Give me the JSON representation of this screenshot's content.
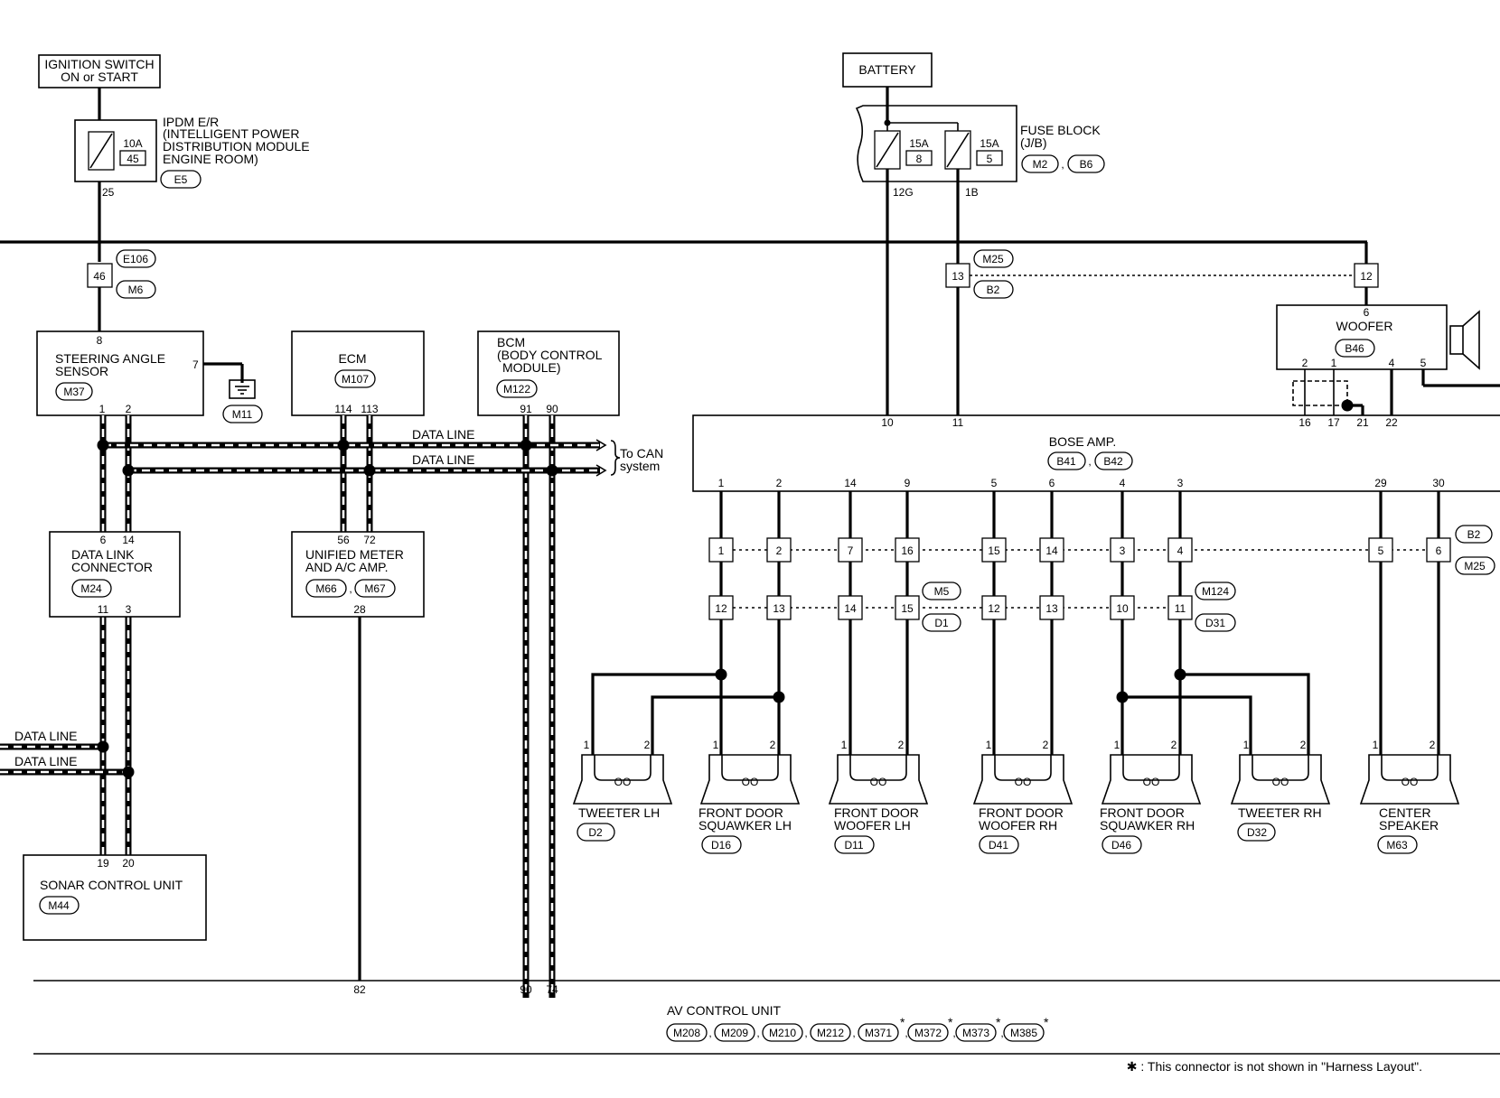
{
  "ignition": {
    "line1": "IGNITION SWITCH",
    "line2": "ON or START"
  },
  "battery": "BATTERY",
  "ipdm": {
    "amp": "10A",
    "fuse": "45",
    "l1": "IPDM E/R",
    "l2": "(INTELLIGENT POWER",
    "l3": "DISTRIBUTION MODULE",
    "l4": "ENGINE ROOM)",
    "conn": "E5",
    "pin": "25"
  },
  "fuse_block": {
    "amp1": "15A",
    "fuse1": "8",
    "amp2": "15A",
    "fuse2": "5",
    "l1": "FUSE BLOCK",
    "l2": "(J/B)",
    "conn1": "M2",
    "conn2": "B6",
    "pin1": "12G",
    "pin2": "1B"
  },
  "junction_e106": {
    "pin": "46",
    "conn_top": "E106",
    "conn_bottom": "M6"
  },
  "junction_m25": {
    "pin": "13",
    "conn_top": "M25",
    "conn_bottom": "B2"
  },
  "junction_woofer": {
    "pin": "12"
  },
  "steering": {
    "l1": "STEERING ANGLE",
    "l2": "SENSOR",
    "conn": "M37",
    "pin_top": "8",
    "pin_gnd": "7",
    "pin1": "1",
    "pin2": "2",
    "ground": "M11"
  },
  "ecm": {
    "l1": "ECM",
    "conn": "M107",
    "pin1": "114",
    "pin2": "113"
  },
  "bcm": {
    "l1": "BCM",
    "l2": "(BODY CONTROL",
    "l3": "MODULE)",
    "conn": "M122",
    "pin1": "91",
    "pin2": "90"
  },
  "data_lines": {
    "line1": "DATA LINE",
    "line2": "DATA LINE",
    "to_can_1": "To CAN",
    "to_can_2": "system",
    "left1": "DATA LINE",
    "left2": "DATA LINE"
  },
  "dlc": {
    "l1": "DATA LINK",
    "l2": "CONNECTOR",
    "conn": "M24",
    "pin_t1": "6",
    "pin_t2": "14",
    "pin_b1": "11",
    "pin_b2": "3"
  },
  "meter": {
    "l1": "UNIFIED METER",
    "l2": "AND A/C AMP.",
    "conn1": "M66",
    "conn2": "M67",
    "pin_t1": "56",
    "pin_t2": "72",
    "pin_b": "28"
  },
  "sonar": {
    "l1": "SONAR CONTROL UNIT",
    "conn": "M44",
    "pin1": "19",
    "pin2": "20"
  },
  "woofer": {
    "l1": "WOOFER",
    "conn": "B46",
    "pin_top": "6",
    "pins": [
      "2",
      "1",
      "4",
      "5"
    ]
  },
  "bose": {
    "l1": "BOSE AMP.",
    "conn1": "B41",
    "conn2": "B42",
    "top_pins": [
      "10",
      "11",
      "16",
      "17",
      "21",
      "22"
    ],
    "bottom_pins": [
      "1",
      "2",
      "14",
      "9",
      "5",
      "6",
      "4",
      "3",
      "29",
      "30"
    ]
  },
  "row1": {
    "pins": [
      "1",
      "2",
      "7",
      "16",
      "15",
      "14",
      "3",
      "4",
      "5",
      "6"
    ],
    "conn_top": "B2",
    "conn_bottom": "M25"
  },
  "row2": {
    "pins": [
      "12",
      "13",
      "14",
      "15",
      "12",
      "13",
      "10",
      "11"
    ],
    "conn_a_top": "M5",
    "conn_a_bottom": "D1",
    "conn_b_top": "M124",
    "conn_b_bottom": "D31"
  },
  "speakers": [
    {
      "l1": "TWEETER LH",
      "l2": "",
      "conn": "D2",
      "p1": "1",
      "p2": "2"
    },
    {
      "l1": "FRONT DOOR",
      "l2": "SQUAWKER LH",
      "conn": "D16",
      "p1": "1",
      "p2": "2"
    },
    {
      "l1": "FRONT DOOR",
      "l2": "WOOFER LH",
      "conn": "D11",
      "p1": "1",
      "p2": "2"
    },
    {
      "l1": "FRONT DOOR",
      "l2": "WOOFER RH",
      "conn": "D41",
      "p1": "1",
      "p2": "2"
    },
    {
      "l1": "FRONT DOOR",
      "l2": "SQUAWKER RH",
      "conn": "D46",
      "p1": "1",
      "p2": "2"
    },
    {
      "l1": "TWEETER RH",
      "l2": "",
      "conn": "D32",
      "p1": "1",
      "p2": "2"
    },
    {
      "l1": "CENTER",
      "l2": "SPEAKER",
      "conn": "M63",
      "p1": "1",
      "p2": "2"
    }
  ],
  "speaker_coil": "OO",
  "av_unit": {
    "label": "AV CONTROL UNIT",
    "pins": [
      "82",
      "90",
      "74"
    ],
    "conns": [
      "M208",
      "M209",
      "M210",
      "M212",
      "M371",
      "M372",
      "M373",
      "M385"
    ],
    "star": "*"
  },
  "footnote": "✱ : This connector is not shown in \"Harness Layout\"."
}
